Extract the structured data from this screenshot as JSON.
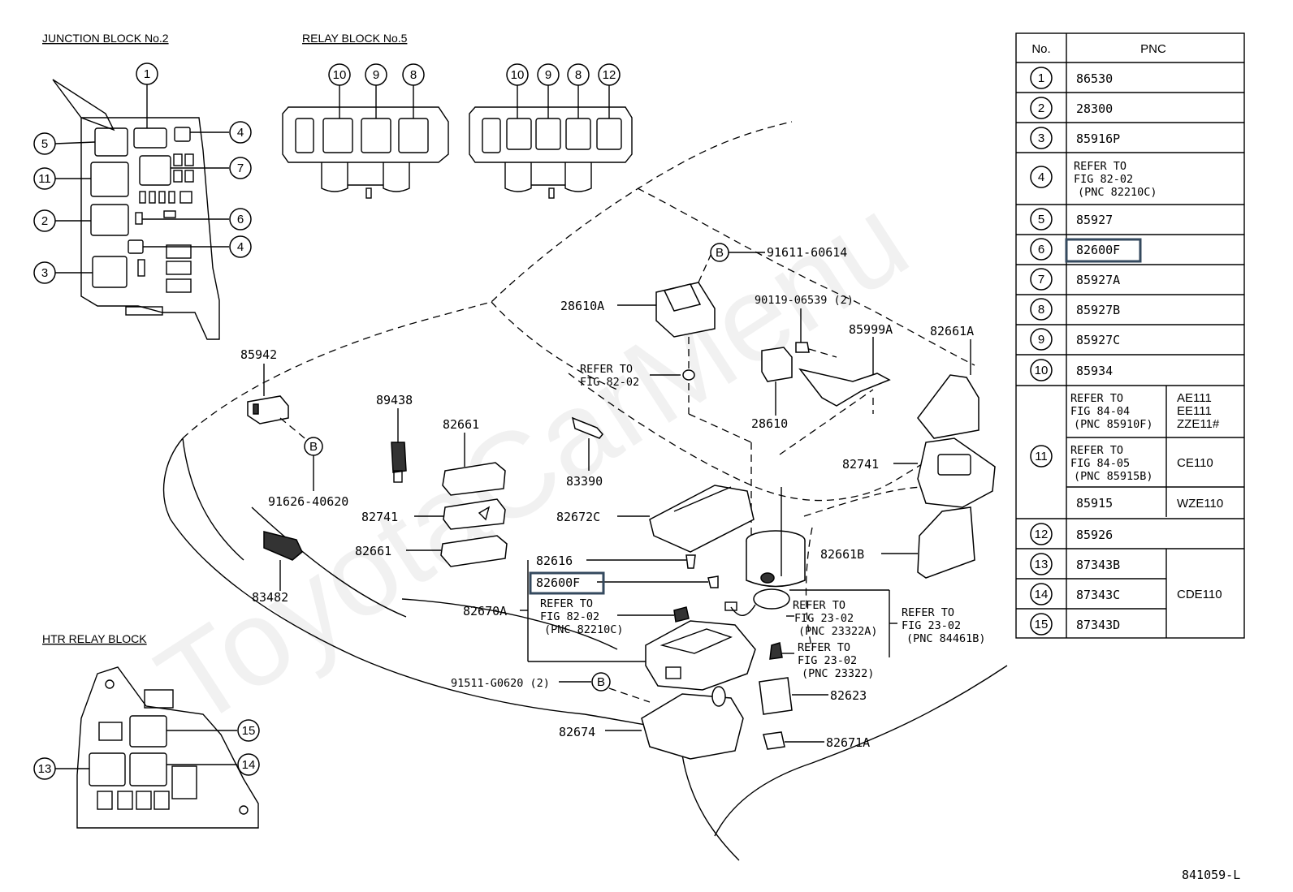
{
  "watermark": "ToyotaCarMenu",
  "titles": {
    "junction_block": "JUNCTION BLOCK No.2",
    "relay_block": "RELAY BLOCK No.5",
    "htr_relay_block": "HTR RELAY BLOCK"
  },
  "callouts": {
    "c1": "1",
    "c2": "2",
    "c3": "3",
    "c4": "4",
    "c5": "5",
    "c6": "6",
    "c7": "7",
    "c8": "8",
    "c9": "9",
    "c10": "10",
    "c11": "11",
    "c12": "12",
    "c13": "13",
    "c14": "14",
    "c15": "15",
    "b": "B"
  },
  "labels": {
    "p91611": "91611-60614",
    "p28610A": "28610A",
    "p90119": "90119-06539 (2)",
    "p85999A": "85999A",
    "p82661A": "82661A",
    "ref8202a_1": "REFER TO",
    "ref8202a_2": "FIG 82-02",
    "p28610": "28610",
    "p85942": "85942",
    "p89438": "89438",
    "p82661": "82661",
    "p83390": "83390",
    "p82741a": "82741",
    "p91626": "91626-40620",
    "p82741b": "82741",
    "p82672C": "82672C",
    "p82661b": "82661",
    "p82661B": "82661B",
    "p82616": "82616",
    "p82600F": "82600F",
    "p83482": "83482",
    "p82670A": "82670A",
    "ref_a1": "REFER TO",
    "ref_a2": "FIG 82-02",
    "ref_a3": "(PNC 82210C)",
    "ref_b1": "REFER TO",
    "ref_b2": "FIG 23-02",
    "ref_b3": "(PNC 23322A)",
    "ref_c1": "REFER TO",
    "ref_c2": "FIG 23-02",
    "ref_c3": "(PNC 84461B)",
    "ref_d1": "REFER TO",
    "ref_d2": "FIG 23-02",
    "ref_d3": "(PNC 23322)",
    "p91511": "91511-G0620 (2)",
    "p82623": "82623",
    "p82674": "82674",
    "p82671A": "82671A",
    "fig_id": "841059-L"
  },
  "table": {
    "header_no": "No.",
    "header_pnc": "PNC",
    "rows": [
      {
        "no": "1",
        "pnc": "86530"
      },
      {
        "no": "2",
        "pnc": "28300"
      },
      {
        "no": "3",
        "pnc": "85916P"
      },
      {
        "no": "4",
        "pnc1": "REFER TO",
        "pnc2": "FIG 82-02",
        "pnc3": "(PNC 82210C)"
      },
      {
        "no": "5",
        "pnc": "85927"
      },
      {
        "no": "6",
        "pnc": "82600F"
      },
      {
        "no": "7",
        "pnc": "85927A"
      },
      {
        "no": "8",
        "pnc": "85927B"
      },
      {
        "no": "9",
        "pnc": "85927C"
      },
      {
        "no": "10",
        "pnc": "85934"
      },
      {
        "no": "11",
        "sub": [
          {
            "pnc1": "REFER TO",
            "pnc2": "FIG 84-04",
            "pnc3": "(PNC 85910F)",
            "m1": "AE111",
            "m2": "EE111",
            "m3": "ZZE11#"
          },
          {
            "pnc1": "REFER TO",
            "pnc2": "FIG 84-05",
            "pnc3": "(PNC 85915B)",
            "m1": "CE110"
          },
          {
            "pnc": "85915",
            "m1": "WZE110"
          }
        ]
      },
      {
        "no": "12",
        "pnc": "85926"
      },
      {
        "no": "13",
        "pnc": "87343B"
      },
      {
        "no": "14",
        "pnc": "87343C"
      },
      {
        "no": "15",
        "pnc": "87343D"
      }
    ],
    "model_13_15": "CDE110"
  }
}
